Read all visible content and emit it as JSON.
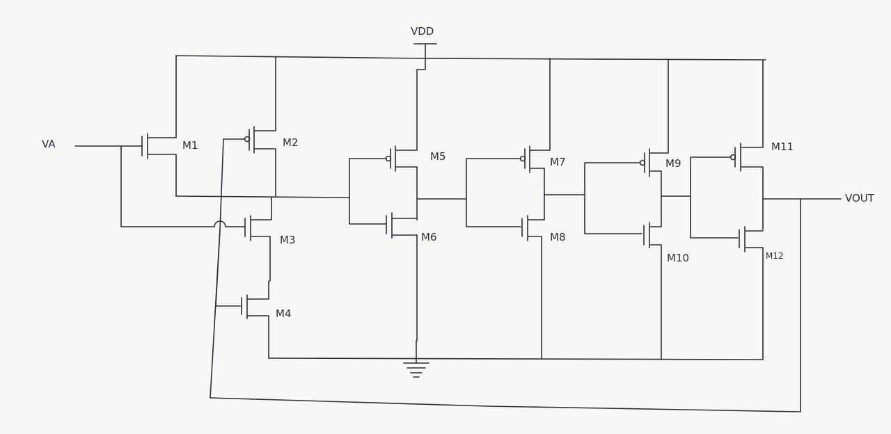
{
  "diagram": {
    "labels": {
      "vdd": "VDD",
      "vin": "VA",
      "vout": "VOUT"
    },
    "transistors": [
      {
        "id": "m1",
        "label": "M1",
        "type": "nmos"
      },
      {
        "id": "m2",
        "label": "M2",
        "type": "pmos"
      },
      {
        "id": "m3",
        "label": "M3",
        "type": "nmos"
      },
      {
        "id": "m4",
        "label": "M4",
        "type": "nmos"
      },
      {
        "id": "m5",
        "label": "M5",
        "type": "pmos"
      },
      {
        "id": "m6",
        "label": "M6",
        "type": "nmos"
      },
      {
        "id": "m7",
        "label": "M7",
        "type": "pmos"
      },
      {
        "id": "m8",
        "label": "M8",
        "type": "nmos"
      },
      {
        "id": "m9",
        "label": "M9",
        "type": "pmos"
      },
      {
        "id": "m10",
        "label": "M10",
        "type": "nmos"
      },
      {
        "id": "m11",
        "label": "M11",
        "type": "pmos"
      },
      {
        "id": "m12",
        "label": "M12",
        "type": "nmos"
      }
    ],
    "colors": {
      "ink": "#2b2f3a",
      "paper": "#f7f7f5"
    }
  }
}
